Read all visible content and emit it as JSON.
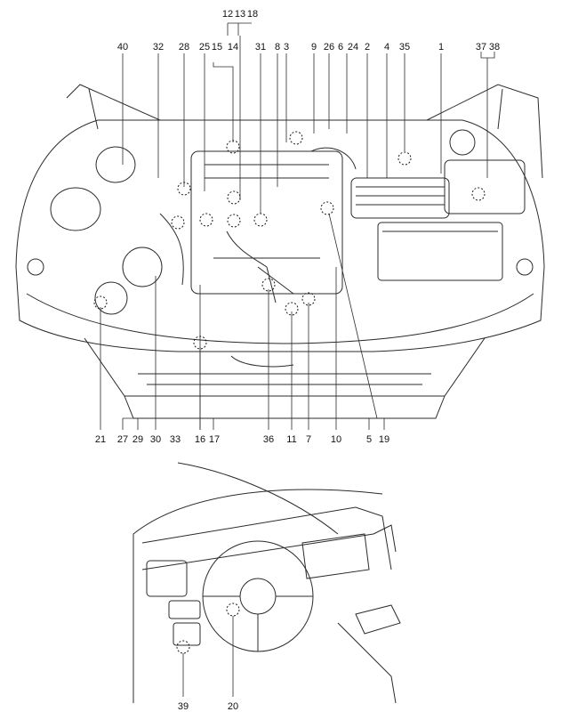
{
  "figure": {
    "top_callouts": [
      "40",
      "32",
      "28",
      "25",
      "15",
      "14",
      "12",
      "13",
      "18",
      "31",
      "8",
      "3",
      "9",
      "26",
      "6",
      "24",
      "2",
      "4",
      "35",
      "1",
      "37",
      "38"
    ],
    "bottom_callouts": [
      "21",
      "27",
      "29",
      "30",
      "33",
      "16",
      "17",
      "36",
      "11",
      "7",
      "10",
      "5",
      "19"
    ],
    "interior_callouts": [
      "39",
      "20"
    ]
  },
  "colors": {
    "line": "#2b2b2b",
    "callout_ring": "#1a1a1a",
    "background": "#ffffff"
  }
}
